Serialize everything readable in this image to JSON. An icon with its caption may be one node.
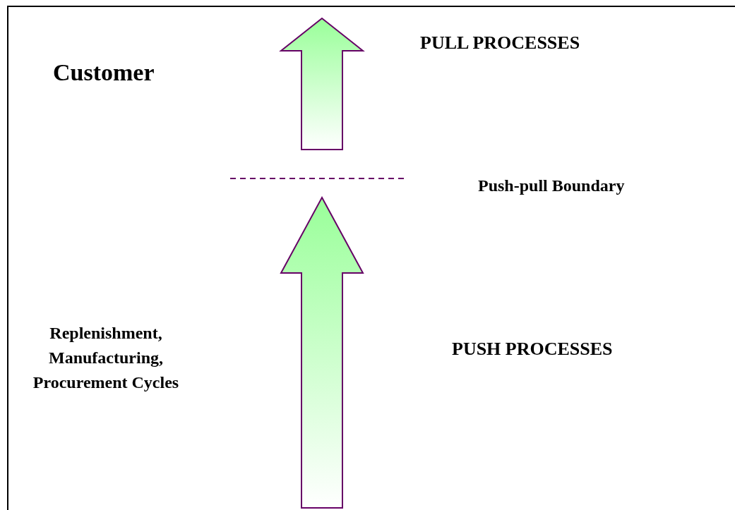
{
  "diagram": {
    "labels": [
      "Customer",
      "PULL PROCESSES",
      "Push-pull Boundary",
      "PUSH PROCESSES",
      "Replenishment, Manufacturing, Procurement Cycles"
    ]
  }
}
